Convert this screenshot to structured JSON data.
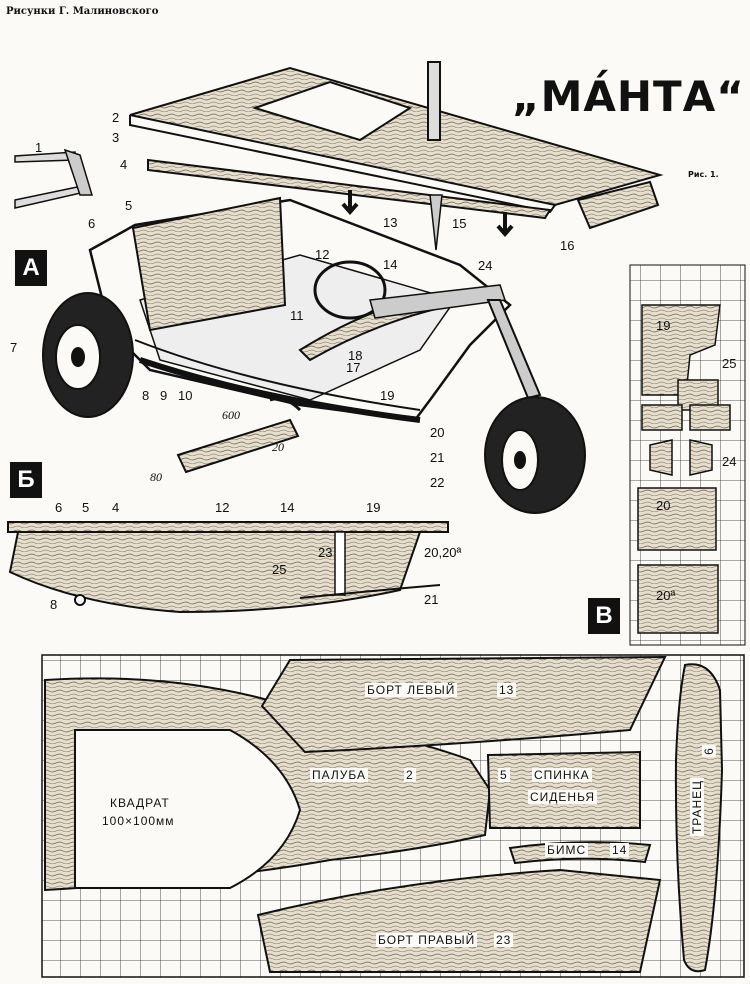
{
  "header": {
    "credit": "Рисунки Г. Малиновского",
    "title": "„МА́НТА“",
    "figure_label": "Рис. 1."
  },
  "sections": {
    "a": "А",
    "b": "Б",
    "c": "В"
  },
  "callouts_a": [
    "1",
    "2",
    "3",
    "4",
    "5",
    "6",
    "7",
    "8",
    "9",
    "10",
    "11",
    "12",
    "13",
    "14",
    "15",
    "16",
    "17",
    "18",
    "19",
    "20",
    "21",
    "22",
    "24"
  ],
  "dimensions": {
    "length": "600",
    "width": "80",
    "height": "20"
  },
  "callouts_b": [
    "6",
    "5",
    "4",
    "12",
    "14",
    "19",
    "23",
    "25",
    "20,20ª",
    "21",
    "8"
  ],
  "callouts_c": [
    "19",
    "25",
    "24",
    "20",
    "20ª"
  ],
  "pattern_labels": {
    "square": "КВАДРАТ",
    "square_size": "100×100мм",
    "deck": "ПАЛУБА",
    "deck_num": "2",
    "left_side": "БОРТ ЛЕВЫЙ",
    "left_side_num": "13",
    "seat_num": "5",
    "seat_back_1": "СПИНКА",
    "seat_back_2": "СИДЕНЬЯ",
    "beam": "БИМС",
    "beam_num": "14",
    "right_side": "БОРТ ПРАВЫЙ",
    "right_side_num": "23",
    "transom": "ТРАНЕЦ",
    "transom_num": "6"
  },
  "colors": {
    "ink": "#111111",
    "paper": "#fbfaf6",
    "wood": "#d9d2c2"
  }
}
